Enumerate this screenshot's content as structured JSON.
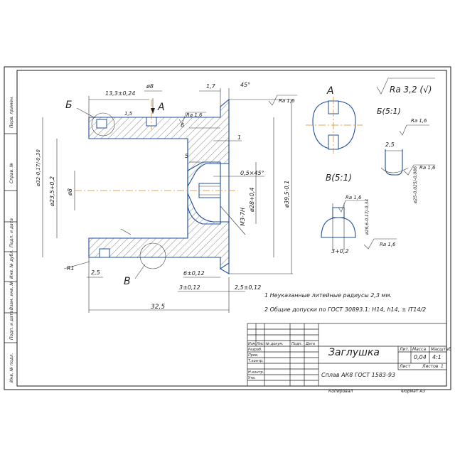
{
  "section_labels": {
    "b": "Б",
    "a": "А",
    "v": "В",
    "view_a": "А",
    "view_b": "Б(5:1)",
    "view_v": "В(5:1)"
  },
  "roughness": {
    "general": "Ra 3,2 (√)",
    "r16": "Ra 1,6"
  },
  "dims": {
    "d1": "13,3±0,24",
    "d2": "ø8",
    "d3": "1,5",
    "d4": "1,7",
    "d5": "45°",
    "d6": "6",
    "d7": "1",
    "d8": "5",
    "d9": "0,5×45°",
    "d10": "ø32-0,17/-0,30",
    "d11": "ø23,5+0,2",
    "d12": "ø8",
    "d13": "М3-7Н",
    "d14": "ø28+0,4",
    "d15": "ø39,5-0,1",
    "d16": "R1",
    "d17": "2,5",
    "d18": "6±0,12",
    "d19": "3±0,12",
    "d20": "2,5±0,12",
    "d21": "32,5",
    "b1": "2,5",
    "v1": "ø29,6-0,17/-0,34",
    "v2": "3+0,2",
    "v3": "ø25-0,025/-0,086"
  },
  "notes": {
    "n1": "1 Неуказанные литейные радиусы 2,3 мм.",
    "n2": "2 Общие допуски по ГОСТ 30893.1: H14, h14, ± IT14/2"
  },
  "side_strip": [
    "Перв. примен.",
    "Справ. №",
    "Подп. и дата",
    "Инв. № дубл.",
    "Взам. инв. №",
    "Подп. и дата",
    "Инв. № подл."
  ],
  "title_block": {
    "name": "Заглушка",
    "material": "Сплав АК8 ГОСТ 1583-93",
    "col_lit": "Лит.",
    "col_mass": "Масса",
    "col_scale": "Масштаб",
    "mass": "0,04",
    "scale": "4:1",
    "sheet": "Лист",
    "sheets": "Листов",
    "sheets_value": "1",
    "rows": [
      "Изм.",
      "Лист",
      "№ докум.",
      "Подп.",
      "Дата"
    ],
    "roles": [
      "Разраб.",
      "Пров.",
      "Т.контр.",
      "Н.контр.",
      "Утв."
    ],
    "copied": "Копировал",
    "format": "Формат А3"
  }
}
